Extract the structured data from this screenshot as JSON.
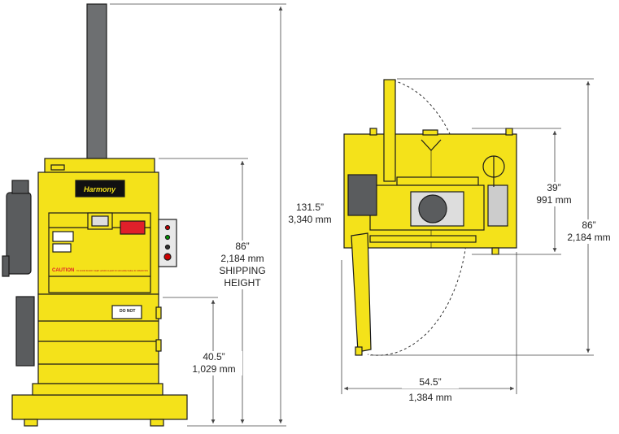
{
  "colors": {
    "machine_yellow": "#f4e21a",
    "machine_outline": "#1a1a1a",
    "stack_gray": "#6d6f71",
    "motor_gray": "#5a5c5e",
    "warning_red": "#e0202a",
    "dimension_line": "#444444"
  },
  "brand": {
    "logo_text": "Harmony"
  },
  "labels": {
    "caution_word": "CAUTION",
    "caution_text": "TO AVOID INJURY, KEEP HANDS CLEAR OF MACHINE WHILE IN OPERATION",
    "do_not_label": "DO NOT"
  },
  "dimensions": {
    "overall_height": {
      "inches": "131.5”",
      "mm": "3,340 mm"
    },
    "shipping_height": {
      "inches": "86”",
      "mm": "2,184 mm",
      "line1": "SHIPPING",
      "line2": "HEIGHT"
    },
    "door_height": {
      "inches": "40.5”",
      "mm": "1,029 mm"
    },
    "top_depth": {
      "inches": "39”",
      "mm": "991 mm"
    },
    "top_swing": {
      "inches": "86”",
      "mm": "2,184 mm"
    },
    "top_width": {
      "inches": "54.5”",
      "mm": "1,384 mm"
    }
  }
}
